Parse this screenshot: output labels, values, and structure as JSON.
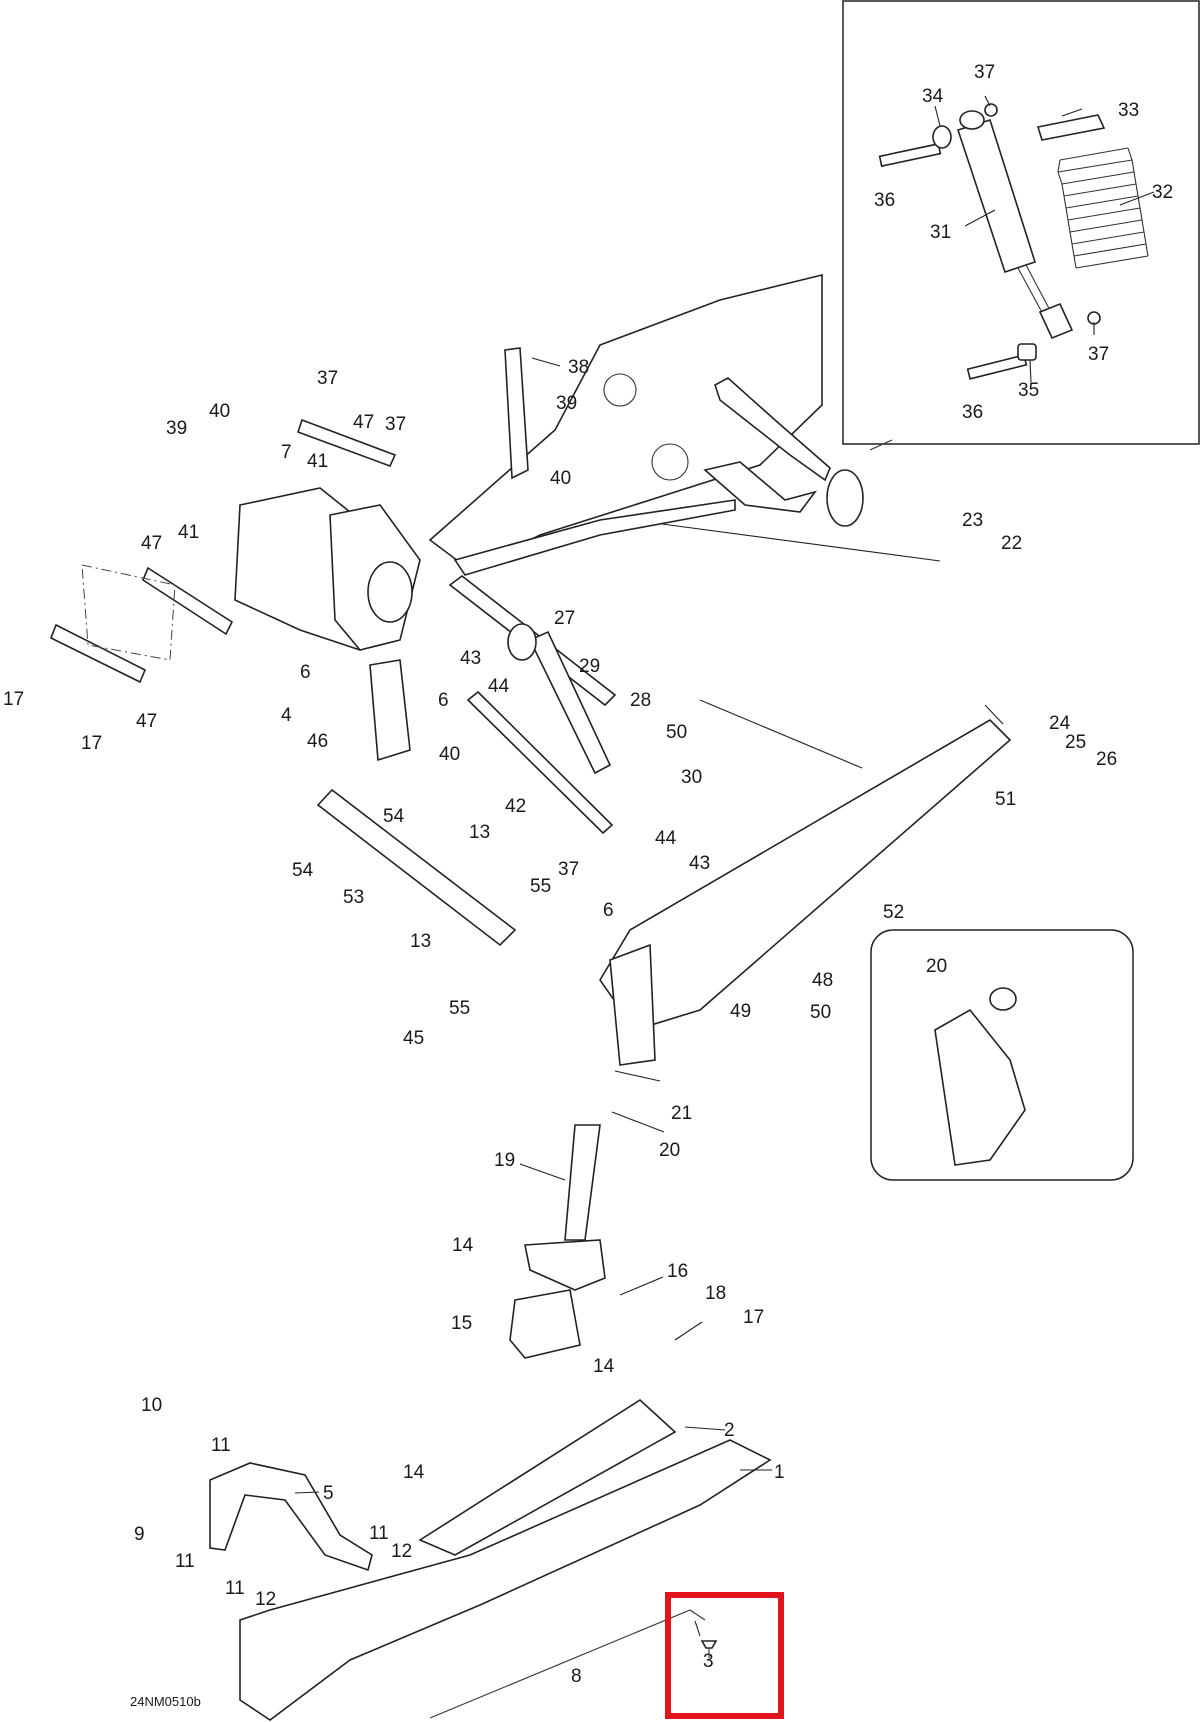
{
  "diagram_code": "24NM0510b",
  "highlight_color": "#e0141a",
  "highlighted_callout": "3",
  "callouts": [
    {
      "id": "c37a",
      "text": "37"
    },
    {
      "id": "c34",
      "text": "34"
    },
    {
      "id": "c33",
      "text": "33"
    },
    {
      "id": "c32",
      "text": "32"
    },
    {
      "id": "c36a",
      "text": "36"
    },
    {
      "id": "c31",
      "text": "31"
    },
    {
      "id": "c37b",
      "text": "37"
    },
    {
      "id": "c35",
      "text": "35"
    },
    {
      "id": "c36b",
      "text": "36"
    },
    {
      "id": "c37c",
      "text": "37"
    },
    {
      "id": "c38",
      "text": "38"
    },
    {
      "id": "c39a",
      "text": "39"
    },
    {
      "id": "c40a",
      "text": "40"
    },
    {
      "id": "c39b",
      "text": "39"
    },
    {
      "id": "c40b",
      "text": "40"
    },
    {
      "id": "c47a",
      "text": "47"
    },
    {
      "id": "c37d",
      "text": "37"
    },
    {
      "id": "c7",
      "text": "7"
    },
    {
      "id": "c41a",
      "text": "41"
    },
    {
      "id": "c41b",
      "text": "41"
    },
    {
      "id": "c47b",
      "text": "47"
    },
    {
      "id": "c17a",
      "text": "17"
    },
    {
      "id": "c47c",
      "text": "47"
    },
    {
      "id": "c17b",
      "text": "17"
    },
    {
      "id": "c6a",
      "text": "6"
    },
    {
      "id": "c4",
      "text": "4"
    },
    {
      "id": "c46",
      "text": "46"
    },
    {
      "id": "c43a",
      "text": "43"
    },
    {
      "id": "c6b",
      "text": "6"
    },
    {
      "id": "c44a",
      "text": "44"
    },
    {
      "id": "c40c",
      "text": "40"
    },
    {
      "id": "c27",
      "text": "27"
    },
    {
      "id": "c29",
      "text": "29"
    },
    {
      "id": "c28",
      "text": "28"
    },
    {
      "id": "c50a",
      "text": "50"
    },
    {
      "id": "c30",
      "text": "30"
    },
    {
      "id": "c23",
      "text": "23"
    },
    {
      "id": "c22",
      "text": "22"
    },
    {
      "id": "c24",
      "text": "24"
    },
    {
      "id": "c25",
      "text": "25"
    },
    {
      "id": "c26",
      "text": "26"
    },
    {
      "id": "c51",
      "text": "51"
    },
    {
      "id": "c54a",
      "text": "54"
    },
    {
      "id": "c54b",
      "text": "54"
    },
    {
      "id": "c42",
      "text": "42"
    },
    {
      "id": "c44b",
      "text": "44"
    },
    {
      "id": "c43b",
      "text": "43"
    },
    {
      "id": "c13a",
      "text": "13"
    },
    {
      "id": "c53",
      "text": "53"
    },
    {
      "id": "c13b",
      "text": "13"
    },
    {
      "id": "c37e",
      "text": "37"
    },
    {
      "id": "c55a",
      "text": "55"
    },
    {
      "id": "c6c",
      "text": "6"
    },
    {
      "id": "c52",
      "text": "52"
    },
    {
      "id": "c45",
      "text": "45"
    },
    {
      "id": "c55b",
      "text": "55"
    },
    {
      "id": "c48",
      "text": "48"
    },
    {
      "id": "c49",
      "text": "49"
    },
    {
      "id": "c50b",
      "text": "50"
    },
    {
      "id": "c20a",
      "text": "20"
    },
    {
      "id": "c21",
      "text": "21"
    },
    {
      "id": "c20b",
      "text": "20"
    },
    {
      "id": "c19",
      "text": "19"
    },
    {
      "id": "c14a",
      "text": "14"
    },
    {
      "id": "c16",
      "text": "16"
    },
    {
      "id": "c18",
      "text": "18"
    },
    {
      "id": "c15",
      "text": "15"
    },
    {
      "id": "c17c",
      "text": "17"
    },
    {
      "id": "c14b",
      "text": "14"
    },
    {
      "id": "c10",
      "text": "10"
    },
    {
      "id": "c2",
      "text": "2"
    },
    {
      "id": "c11a",
      "text": "11"
    },
    {
      "id": "c14c",
      "text": "14"
    },
    {
      "id": "c1",
      "text": "1"
    },
    {
      "id": "c5",
      "text": "5"
    },
    {
      "id": "c9",
      "text": "9"
    },
    {
      "id": "c11b",
      "text": "11"
    },
    {
      "id": "c11c",
      "text": "11"
    },
    {
      "id": "c12a",
      "text": "12"
    },
    {
      "id": "c11d",
      "text": "11"
    },
    {
      "id": "c12b",
      "text": "12"
    },
    {
      "id": "c3",
      "text": "3"
    },
    {
      "id": "c8",
      "text": "8"
    }
  ]
}
